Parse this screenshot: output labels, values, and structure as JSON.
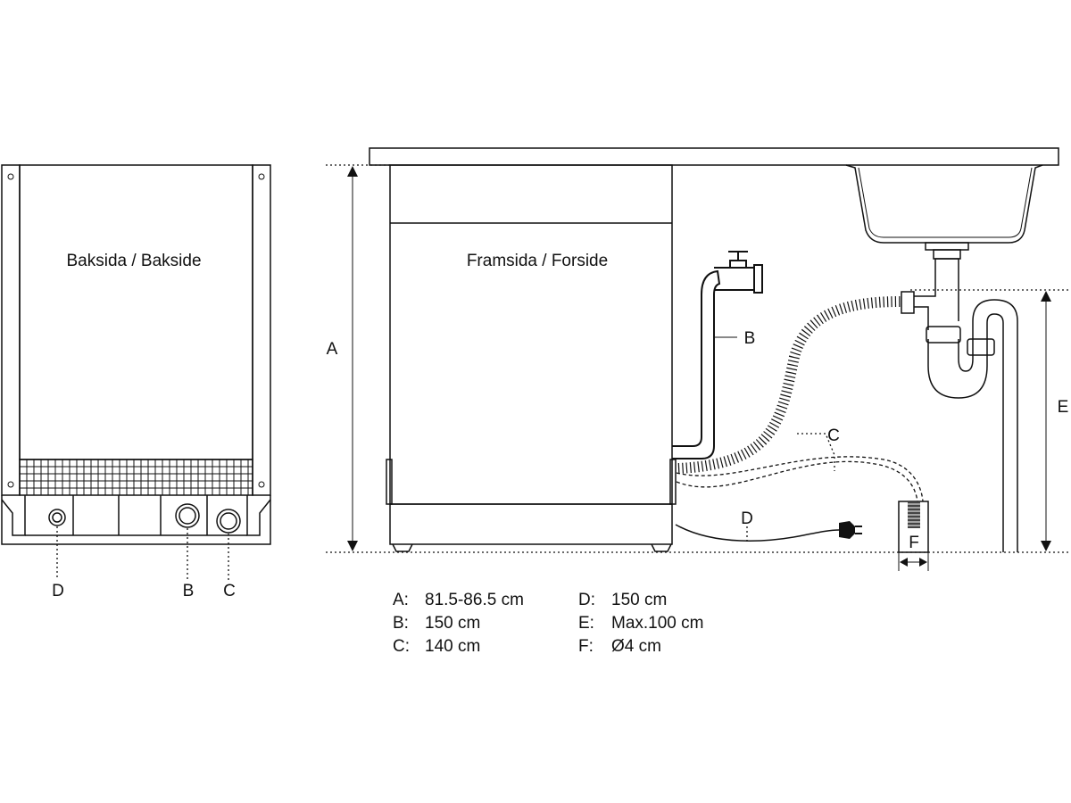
{
  "views": {
    "back_label": "Baksida / Bakside",
    "front_label": "Framsida / Forside"
  },
  "markers": {
    "a": "A",
    "b": "B",
    "c": "C",
    "d": "D",
    "e": "E",
    "f": "F"
  },
  "specs": [
    {
      "key": "A:",
      "value": "81.5-86.5 cm"
    },
    {
      "key": "B:",
      "value": "150 cm"
    },
    {
      "key": "C:",
      "value": "140 cm"
    },
    {
      "key": "D:",
      "value": "150 cm"
    },
    {
      "key": "E:",
      "value": "Max.100 cm"
    },
    {
      "key": "F:",
      "value": "Ø4 cm"
    }
  ]
}
